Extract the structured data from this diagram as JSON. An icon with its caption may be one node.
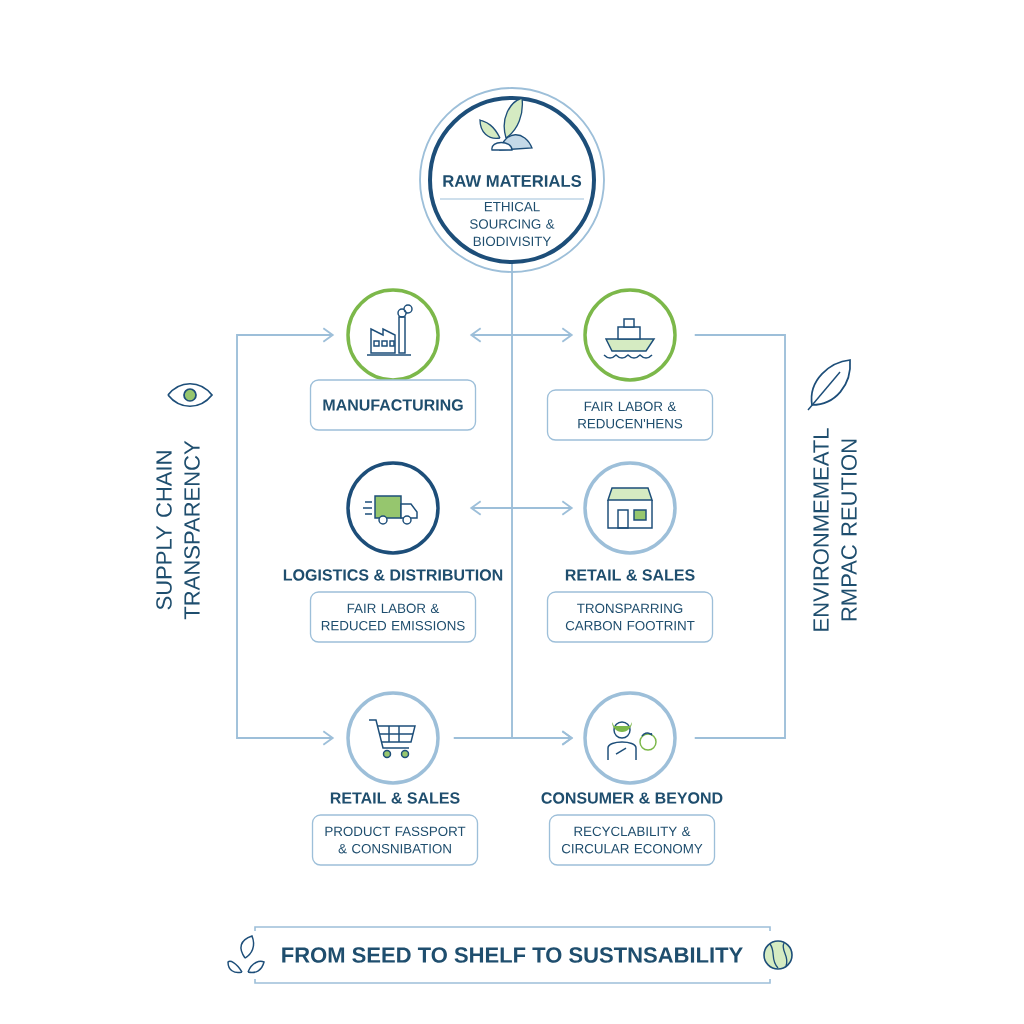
{
  "diagram": {
    "title": "FROM SEED TO SHELF TO SUSTNSABILITY",
    "nodes": [
      {
        "text": [
          "RAW MATERIALS",
          "ETHICAL SOURCING & BIODIVISITY"
        ]
      },
      {
        "text": [],
        "shape": "circle"
      },
      {
        "text": [
          "MANUFACTURING"
        ]
      },
      {
        "text": [],
        "shape": "circle"
      },
      {
        "text": [
          "FAIR LABOR & REDUCEN'HENS"
        ]
      },
      {
        "text": [],
        "shape": "circle"
      },
      {
        "text": [
          "LOGISTICS & DISTRIBUTION",
          "FAIR LABOR & REDUCED EMISSIONS"
        ]
      },
      {
        "text": [],
        "shape": "circle"
      },
      {
        "text": [
          "RETAIL & SALES",
          "TRONSPARRING CARBON FOOTRINT"
        ]
      },
      {
        "text": [],
        "shape": "circle"
      },
      {
        "text": [
          "RETAIL & SALES",
          "PRODUCT FASSPORT & CONSNIBATION"
        ]
      },
      {
        "text": [],
        "shape": "circle"
      },
      {
        "text": [
          "CONSUMER & BEYOND",
          "RECYCLABILITY & CIRCULAR ECONOMY"
        ]
      }
    ],
    "edges": [
      {
        "from": 1,
        "to": 3,
        "arrow": "both"
      },
      {
        "from": 5,
        "to": 7,
        "arrow": "both"
      },
      {
        "from": 0,
        "to": 11,
        "arrow": "to"
      },
      {
        "from": 9,
        "to": 11,
        "arrow": "to"
      },
      {
        "from": null,
        "to": 1,
        "arrow": "to"
      },
      {
        "from": null,
        "to": 9,
        "arrow": "to"
      },
      {
        "from": 3,
        "to": 11,
        "arrow": "none"
      }
    ],
    "labels": [
      "SUPPLY CHAIN TRANSPARENCY",
      "ENVIRONMEMEATL RMPAC REUTION"
    ]
  }
}
